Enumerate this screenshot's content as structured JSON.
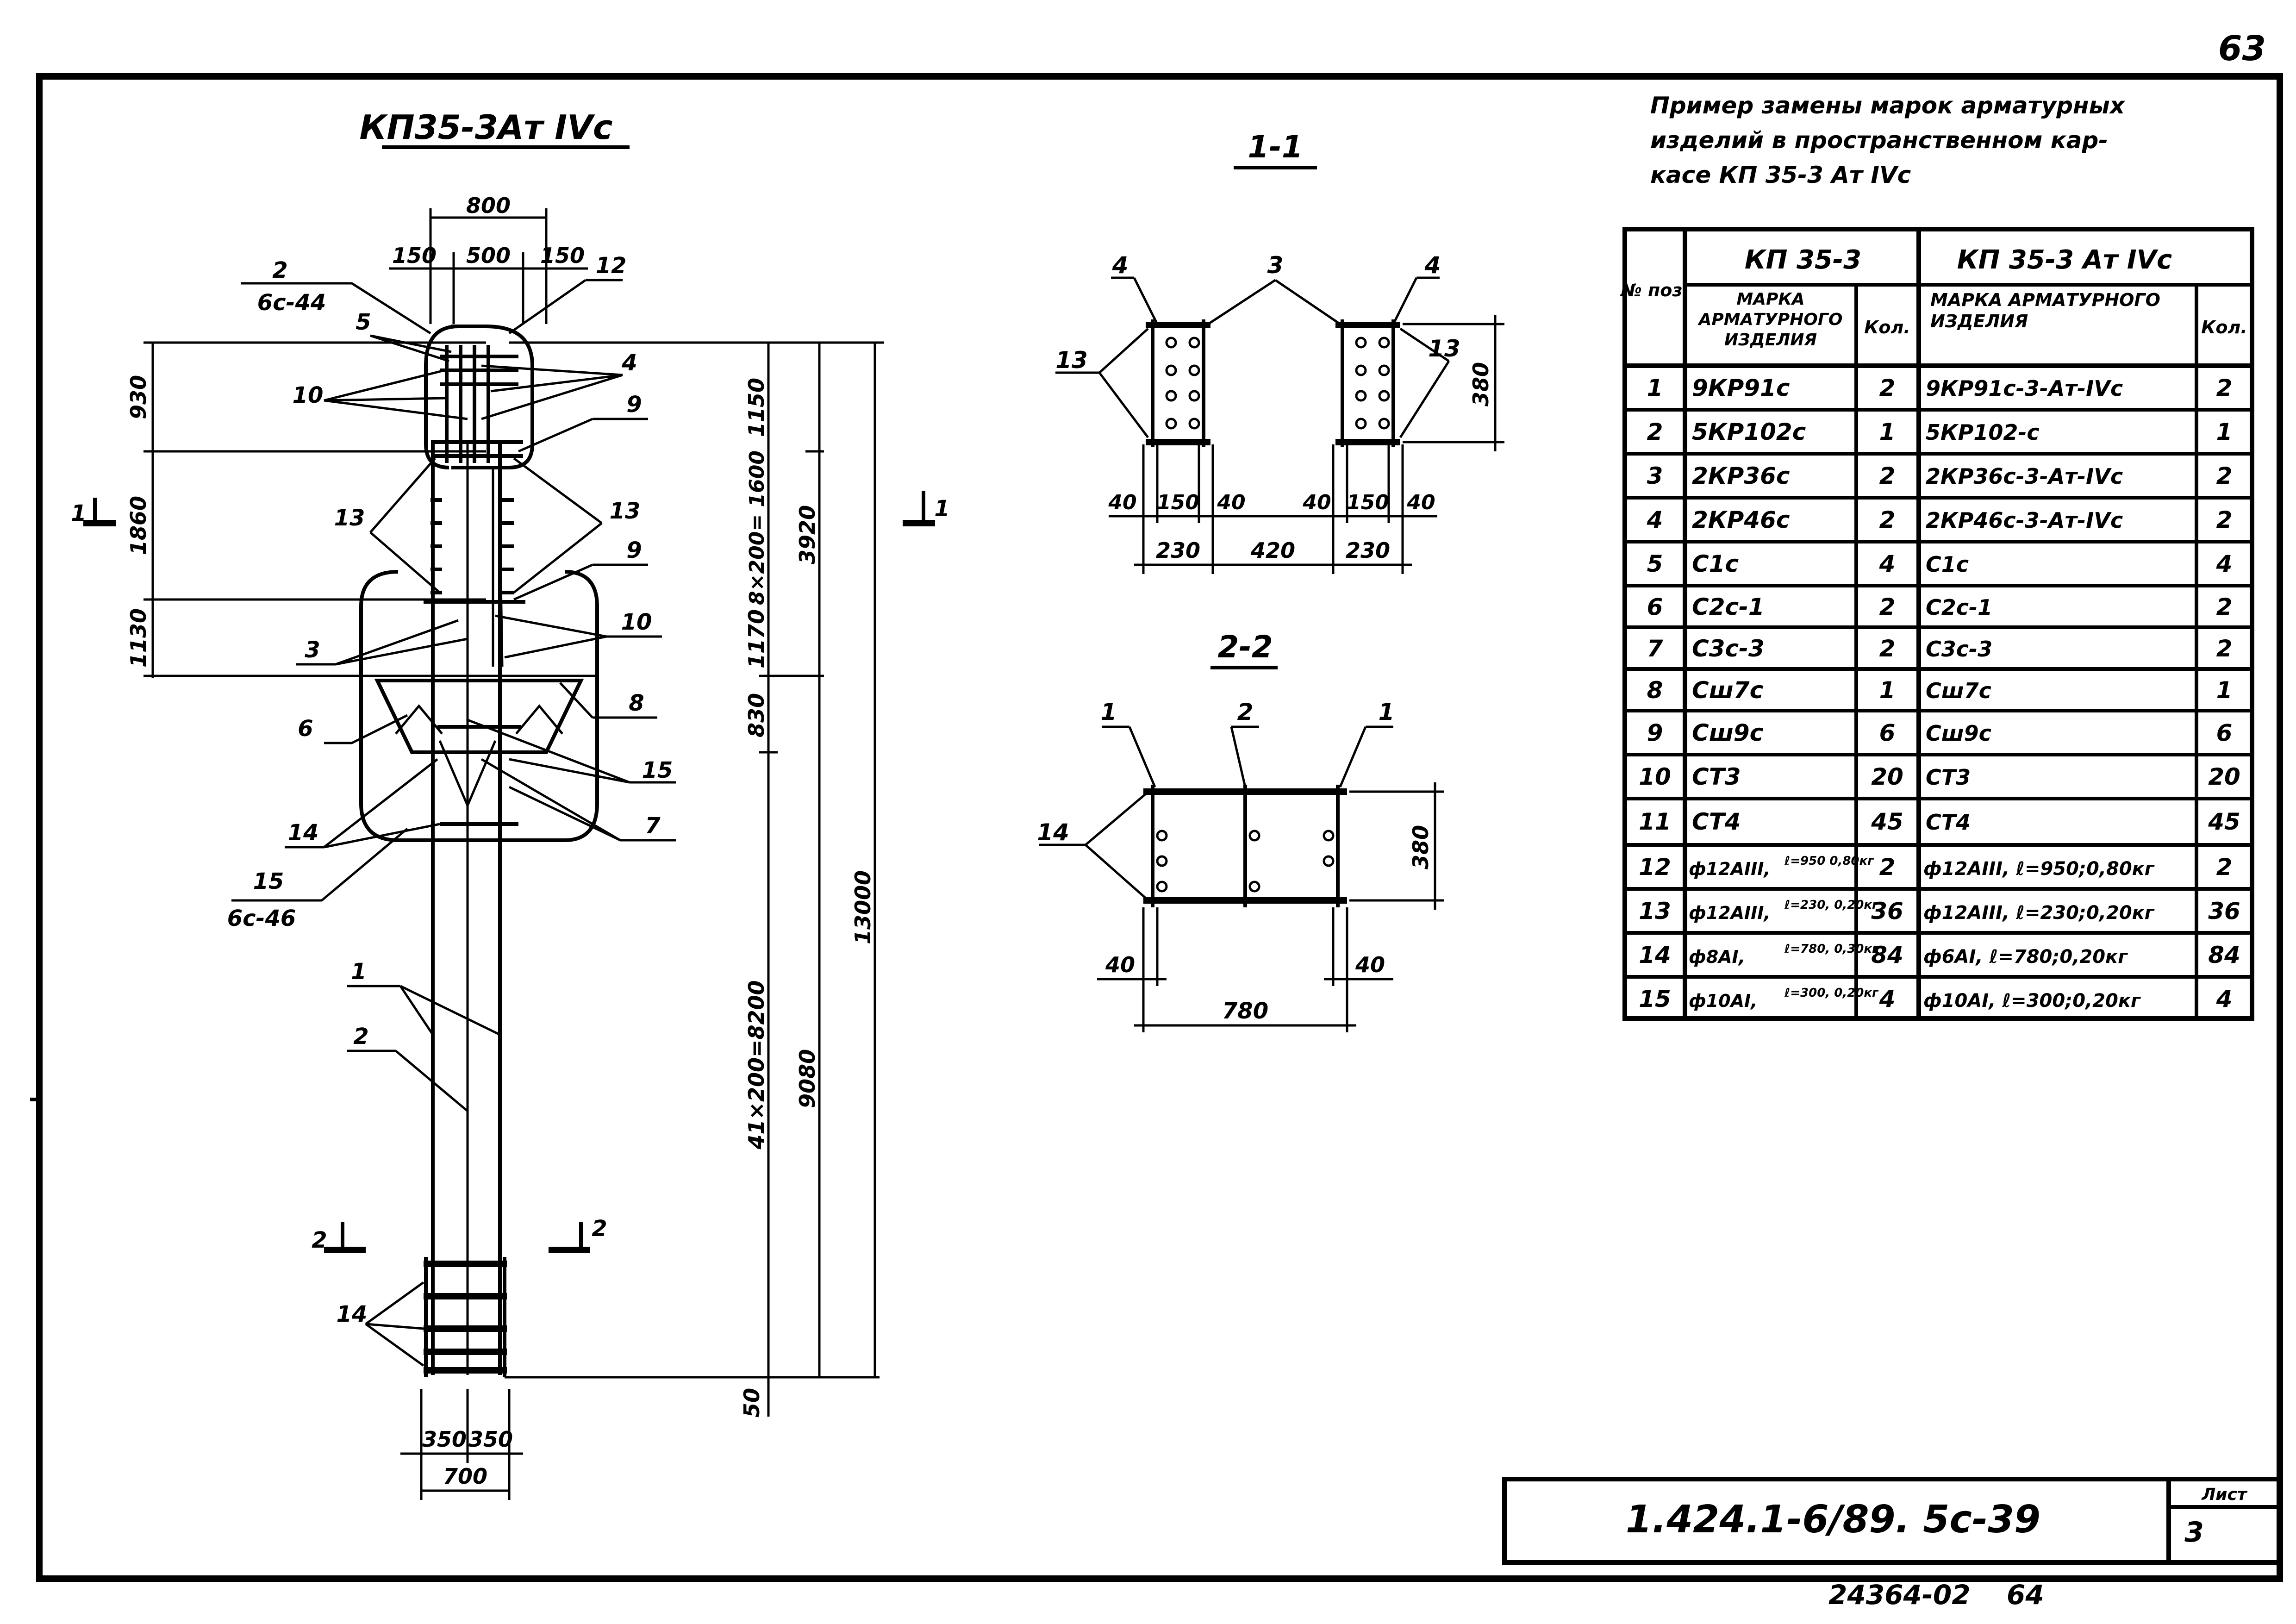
{
  "page": {
    "number": "63"
  },
  "main_drawing": {
    "title": "КП35-3Ат IVс",
    "dims_horizontal": {
      "total_top": "800",
      "left_overhang": "150",
      "middle": "500",
      "right_overhang": "150",
      "bottom_a": "350",
      "bottom_b": "350",
      "bottom_total": "700"
    },
    "dims_vertical_left": [
      "930",
      "1860",
      "1130"
    ],
    "dims_vertical_right": [
      "1150",
      "8×200= 1600",
      "1170",
      "830",
      "41×200=8200",
      "50"
    ],
    "dims_overall": [
      "3920",
      "9080",
      "13000"
    ],
    "callouts": [
      "2",
      "6с-44",
      "5",
      "12",
      "10",
      "4",
      "9",
      "13",
      "13",
      "9",
      "3",
      "10",
      "8",
      "6",
      "15",
      "7",
      "14",
      "15",
      "6с-46",
      "1",
      "2"
    ],
    "section_marks": {
      "s1_left": "1",
      "s1_right": "1",
      "s2_left": "2",
      "s2_right": "2"
    }
  },
  "section_1": {
    "title": "1-1",
    "labels": [
      "4",
      "3",
      "4",
      "13",
      "13"
    ],
    "dims": [
      "40",
      "150",
      "40",
      "40",
      "150",
      "40",
      "230",
      "420",
      "230",
      "380"
    ]
  },
  "section_2": {
    "title": "2-2",
    "labels": [
      "1",
      "2",
      "1",
      "14"
    ],
    "dims": [
      "40",
      "40",
      "780",
      "380"
    ]
  },
  "note": {
    "lines": [
      "Пример замены марок арматурных",
      "изделий в пространственном кар-",
      "касе КП 35-3 Ат IVс"
    ]
  },
  "table": {
    "header": {
      "pos": "№ поз.",
      "group_a": "КП 35-3",
      "group_b": "КП 35-3 Ат IVс",
      "mark_a": "Марка арматурного изделия",
      "qty_a": "Кол.",
      "mark_b": "Марка арматурного изделия",
      "qty_b": "Кол."
    },
    "rows": [
      {
        "pos": "1",
        "a": "9КР91с",
        "qa": "2",
        "b": "9КР91с-3-Ат-IVс",
        "qb": "2"
      },
      {
        "pos": "2",
        "a": "5КР102с",
        "qa": "1",
        "b": "5КР102-с",
        "qb": "1"
      },
      {
        "pos": "3",
        "a": "2КР36с",
        "qa": "2",
        "b": "2КР36с-3-Ат-IVс",
        "qb": "2"
      },
      {
        "pos": "4",
        "a": "2КР46с",
        "qa": "2",
        "b": "2КР46с-3-Ат-IVс",
        "qb": "2"
      },
      {
        "pos": "5",
        "a": "С1с",
        "qa": "4",
        "b": "С1с",
        "qb": "4"
      },
      {
        "pos": "6",
        "a": "С2с-1",
        "qa": "2",
        "b": "С2с-1",
        "qb": "2"
      },
      {
        "pos": "7",
        "a": "С3с-3",
        "qa": "2",
        "b": "С3с-3",
        "qb": "2"
      },
      {
        "pos": "8",
        "a": "Сш7с",
        "qa": "1",
        "b": "Сш7с",
        "qb": "1"
      },
      {
        "pos": "9",
        "a": "Сш9с",
        "qa": "6",
        "b": "Сш9с",
        "qb": "6"
      },
      {
        "pos": "10",
        "a": "СТ3",
        "qa": "20",
        "b": "СТ3",
        "qb": "20"
      },
      {
        "pos": "11",
        "a": "СТ4",
        "qa": "45",
        "b": "СТ4",
        "qb": "45"
      },
      {
        "pos": "12",
        "a": "ф12АIII,",
        "a2": "ℓ=950 0,80кг",
        "qa": "2",
        "b": "ф12АIII, ℓ=950;0,80кг",
        "qb": "2"
      },
      {
        "pos": "13",
        "a": "ф12АIII,",
        "a2": "ℓ=230, 0,20кг",
        "qa": "36",
        "b": "ф12АIII, ℓ=230;0,20кг",
        "qb": "36"
      },
      {
        "pos": "14",
        "a": "ф8АI,",
        "a2": "ℓ=780, 0,30кг",
        "qa": "84",
        "b": "ф6АI, ℓ=780;0,20кг",
        "qb": "84"
      },
      {
        "pos": "15",
        "a": "ф10АI,",
        "a2": "ℓ=300, 0,20кг",
        "qa": "4",
        "b": "ф10АI, ℓ=300;0,20кг",
        "qb": "4"
      }
    ]
  },
  "title_block": {
    "code": "1.424.1-6/89. 5с-39",
    "sheet_label": "Лист",
    "sheet_number": "3"
  },
  "footer": {
    "archive": "24364-02",
    "page": "64"
  }
}
